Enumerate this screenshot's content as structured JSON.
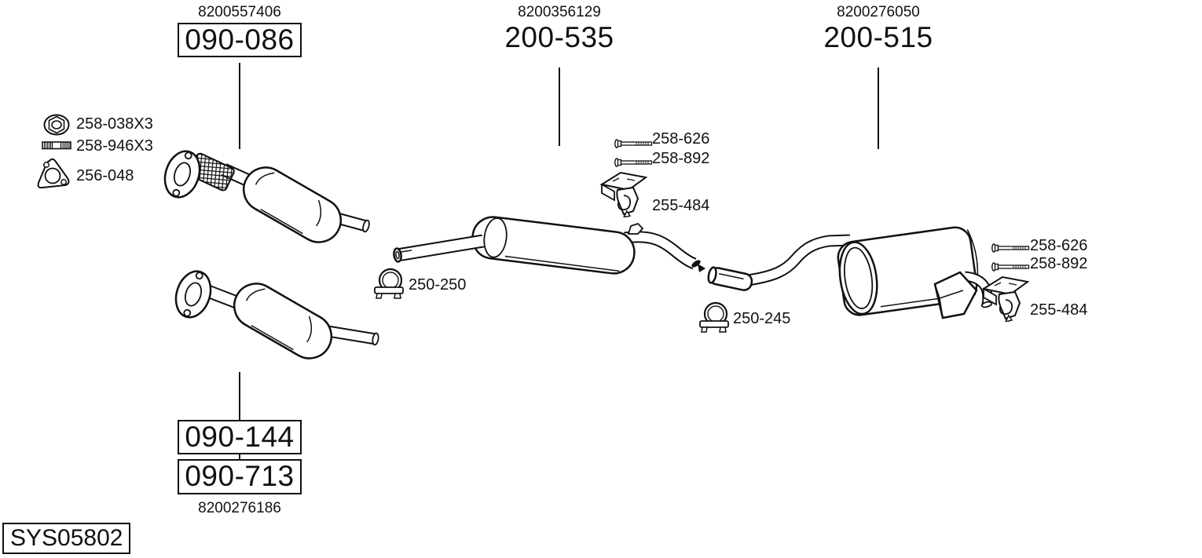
{
  "diagram": {
    "system_id": "SYS05802",
    "colors": {
      "background": "#ffffff",
      "line": "#111111",
      "text": "#111111"
    }
  },
  "assemblies": [
    {
      "oem_ref": "8200557406",
      "code": "090-086",
      "boxed": true,
      "drawing": "front-flex-pipe-catalyst-drawing"
    },
    {
      "oem_ref": "8200356129",
      "code": "200-535",
      "boxed": false,
      "drawing": "middle-silencer-drawing"
    },
    {
      "oem_ref": "8200276050",
      "code": "200-515",
      "boxed": false,
      "drawing": "rear-silencer-drawing"
    }
  ],
  "bottom_assembly": {
    "codes": [
      "090-144",
      "090-713"
    ],
    "oem_ref": "8200276186",
    "drawing": "catalyst-drawing"
  },
  "mounting_parts_left": [
    {
      "icon": "flange-nut-icon",
      "label": "258-038X3"
    },
    {
      "icon": "stud-bolt-icon",
      "label": "258-946X3"
    },
    {
      "icon": "gasket-icon",
      "label": "256-048"
    }
  ],
  "mounting_parts_middle": [
    {
      "icon": "long-bolt-icon",
      "label": "258-626"
    },
    {
      "icon": "long-bolt-icon",
      "label": "258-892"
    },
    {
      "icon": "rubber-hanger-icon",
      "label": "255-484"
    }
  ],
  "mounting_parts_right": [
    {
      "icon": "long-bolt-icon",
      "label": "258-626"
    },
    {
      "icon": "long-bolt-icon",
      "label": "258-892"
    },
    {
      "icon": "rubber-hanger-icon",
      "label": "255-484"
    }
  ],
  "clamps": [
    {
      "icon": "pipe-clamp-icon",
      "label": "250-250"
    },
    {
      "icon": "pipe-clamp-icon",
      "label": "250-245"
    }
  ]
}
